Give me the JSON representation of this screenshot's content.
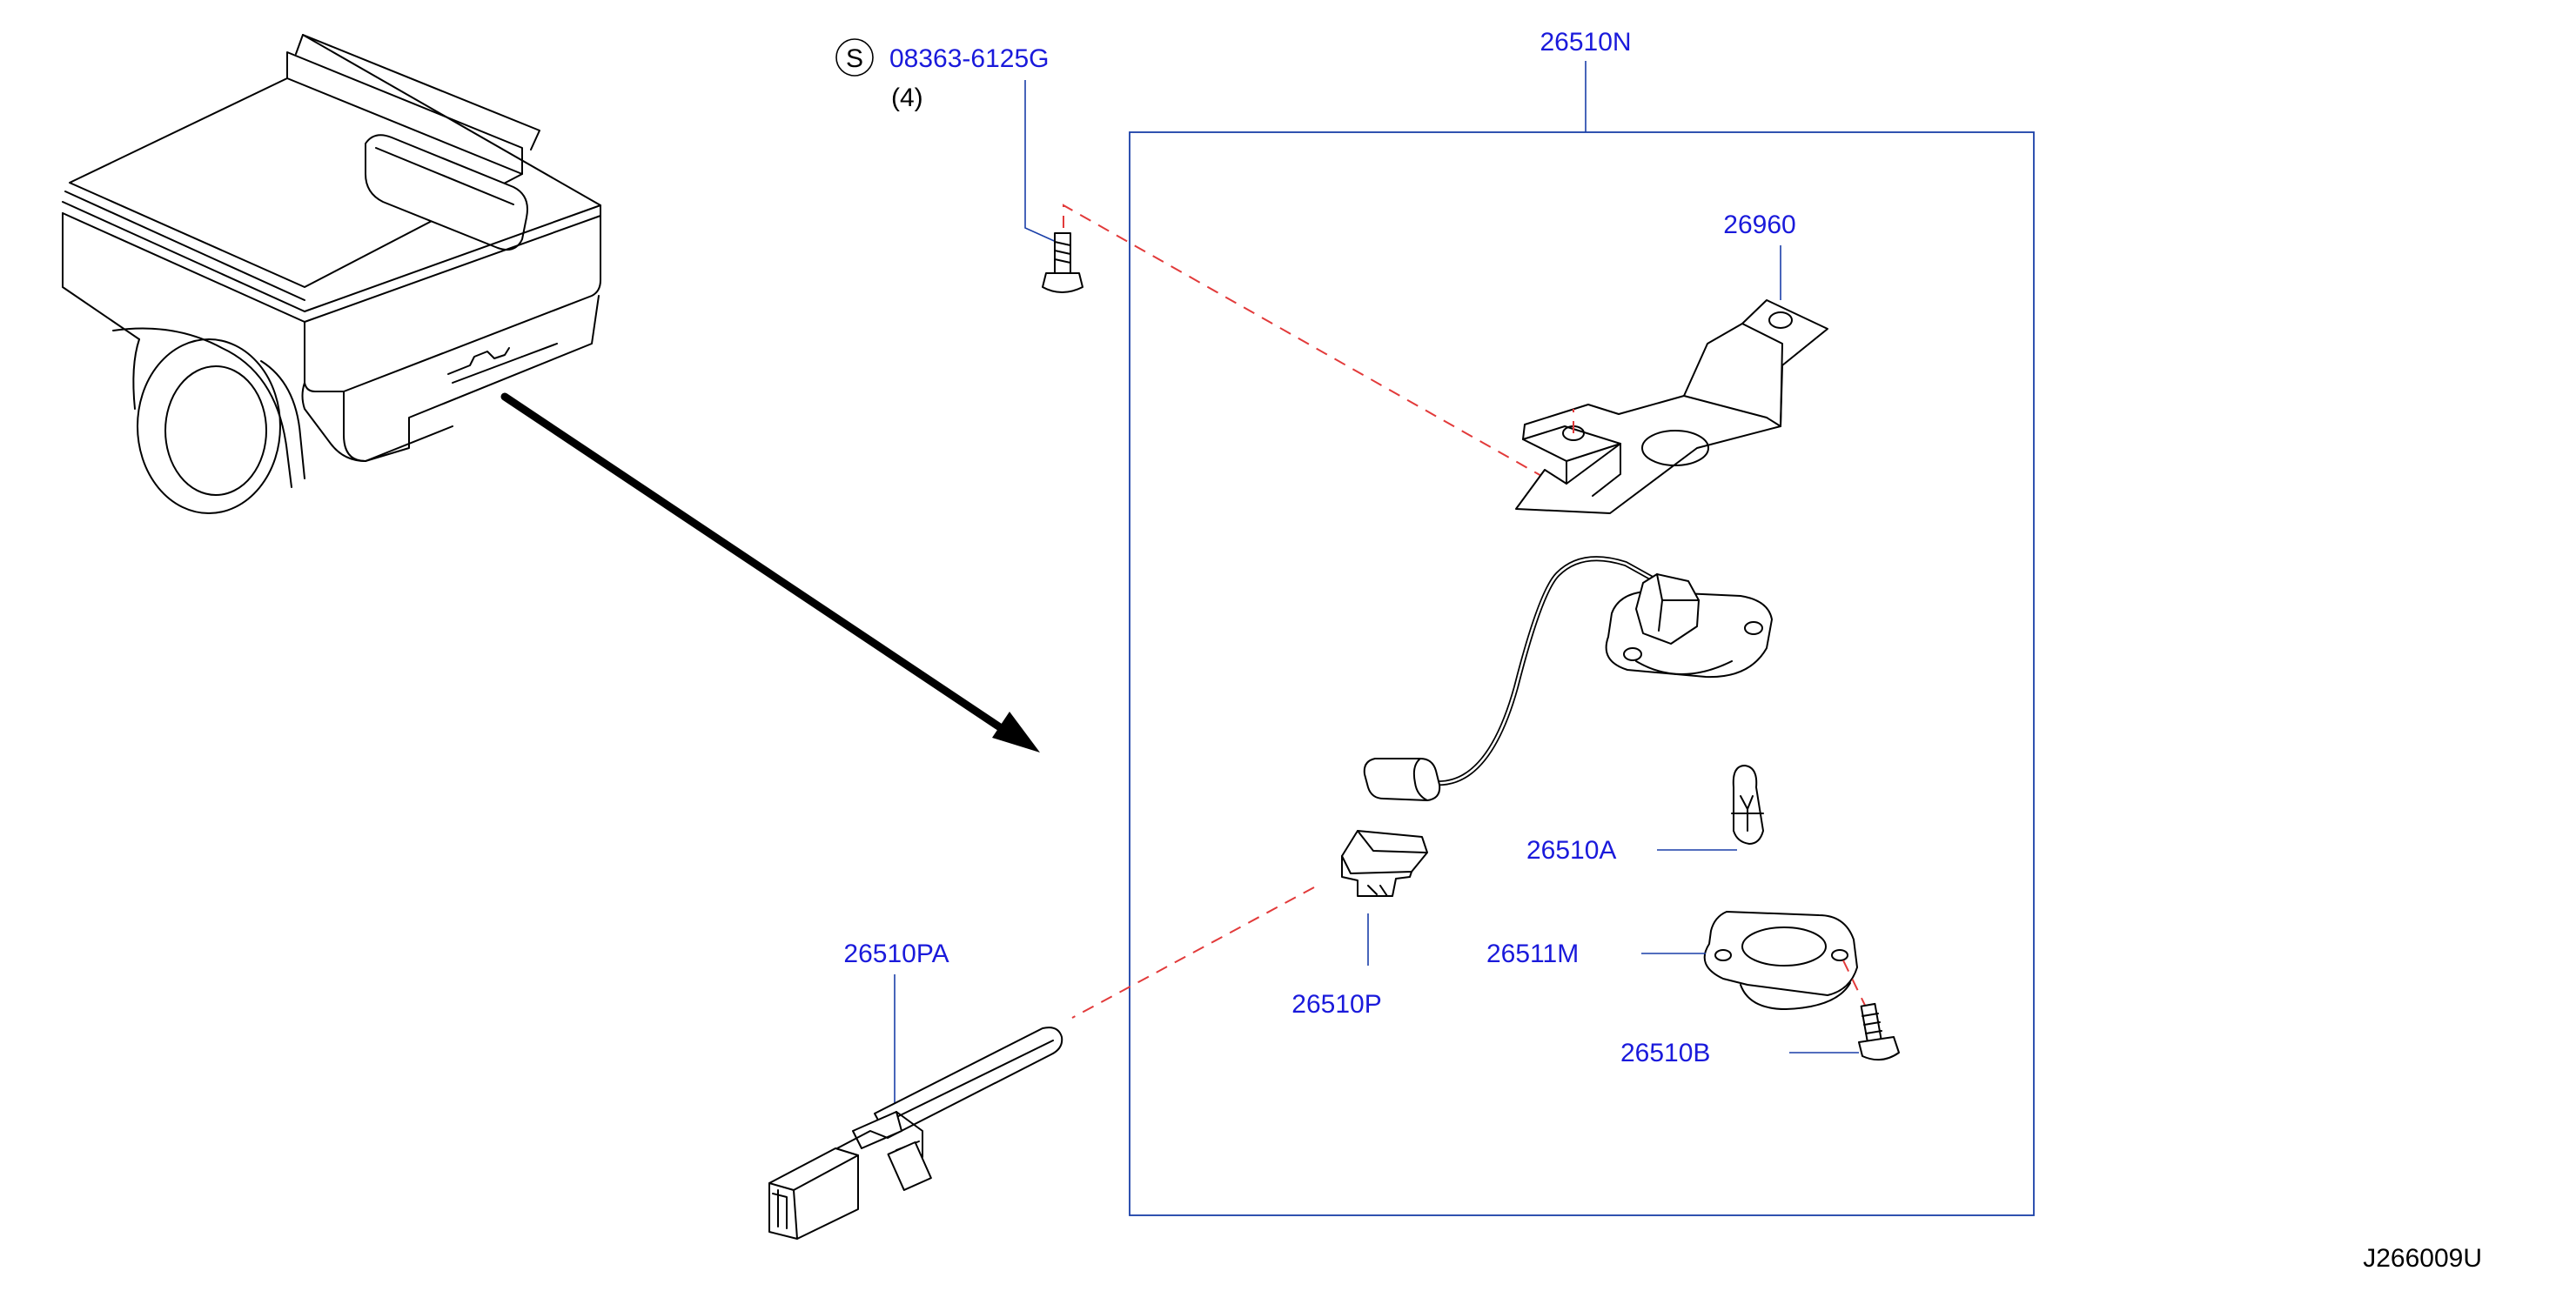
{
  "labels": {
    "screw_code": "08363-6125G",
    "screw_symbol": "S",
    "screw_qty": "(4)",
    "assembly": "26510N",
    "bracket": "26960",
    "bulb": "26510A",
    "lamp_body": "26511M",
    "screw": "26510B",
    "socket": "26510P",
    "harness_clip": "26510PA",
    "diagram_id": "J266009U"
  },
  "colors": {
    "label": "#1a1adb",
    "leader": "#1a3fa8",
    "dashed_guide": "#e23a3a",
    "line_art": "#000000"
  }
}
